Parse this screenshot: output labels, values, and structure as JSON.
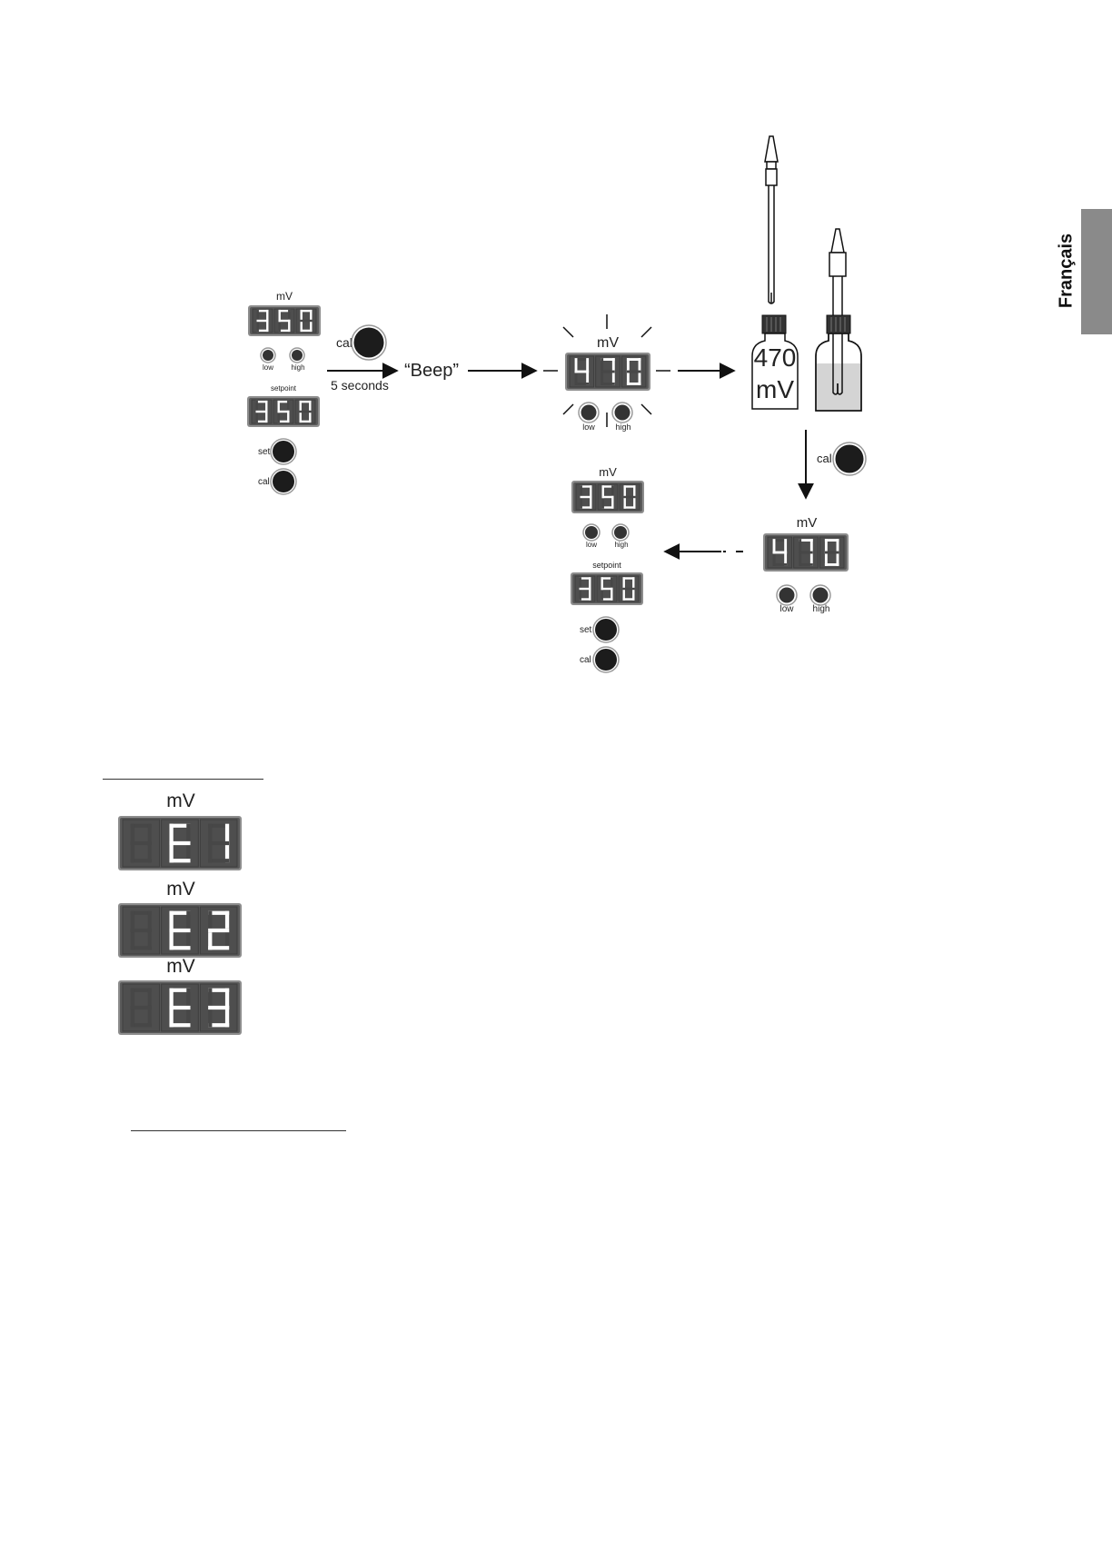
{
  "side_tab": {
    "label": "Français"
  },
  "labels": {
    "unit": "mV",
    "low": "low",
    "high": "high",
    "setpoint": "setpoint",
    "set": "set",
    "cal": "cal",
    "beep": "“Beep”",
    "hold_time": "5 seconds",
    "solution_value": "470",
    "solution_unit": "mV"
  },
  "displays": {
    "start_reading": "350",
    "start_setpoint": "350",
    "blinking_reading": "470",
    "calibrated_reading": "470",
    "final_reading": "350",
    "final_setpoint": "350"
  },
  "error_codes": [
    {
      "unit": "mV",
      "code": "E1"
    },
    {
      "unit": "mV",
      "code": "E2"
    },
    {
      "unit": "mV",
      "code": "E3"
    }
  ],
  "colors": {
    "display_bg": "#5a5a5a",
    "segment_on": "#ffffff",
    "segment_off": "#474747",
    "tab_bg": "#8a8a8a",
    "solution": "#d4d4d4"
  }
}
